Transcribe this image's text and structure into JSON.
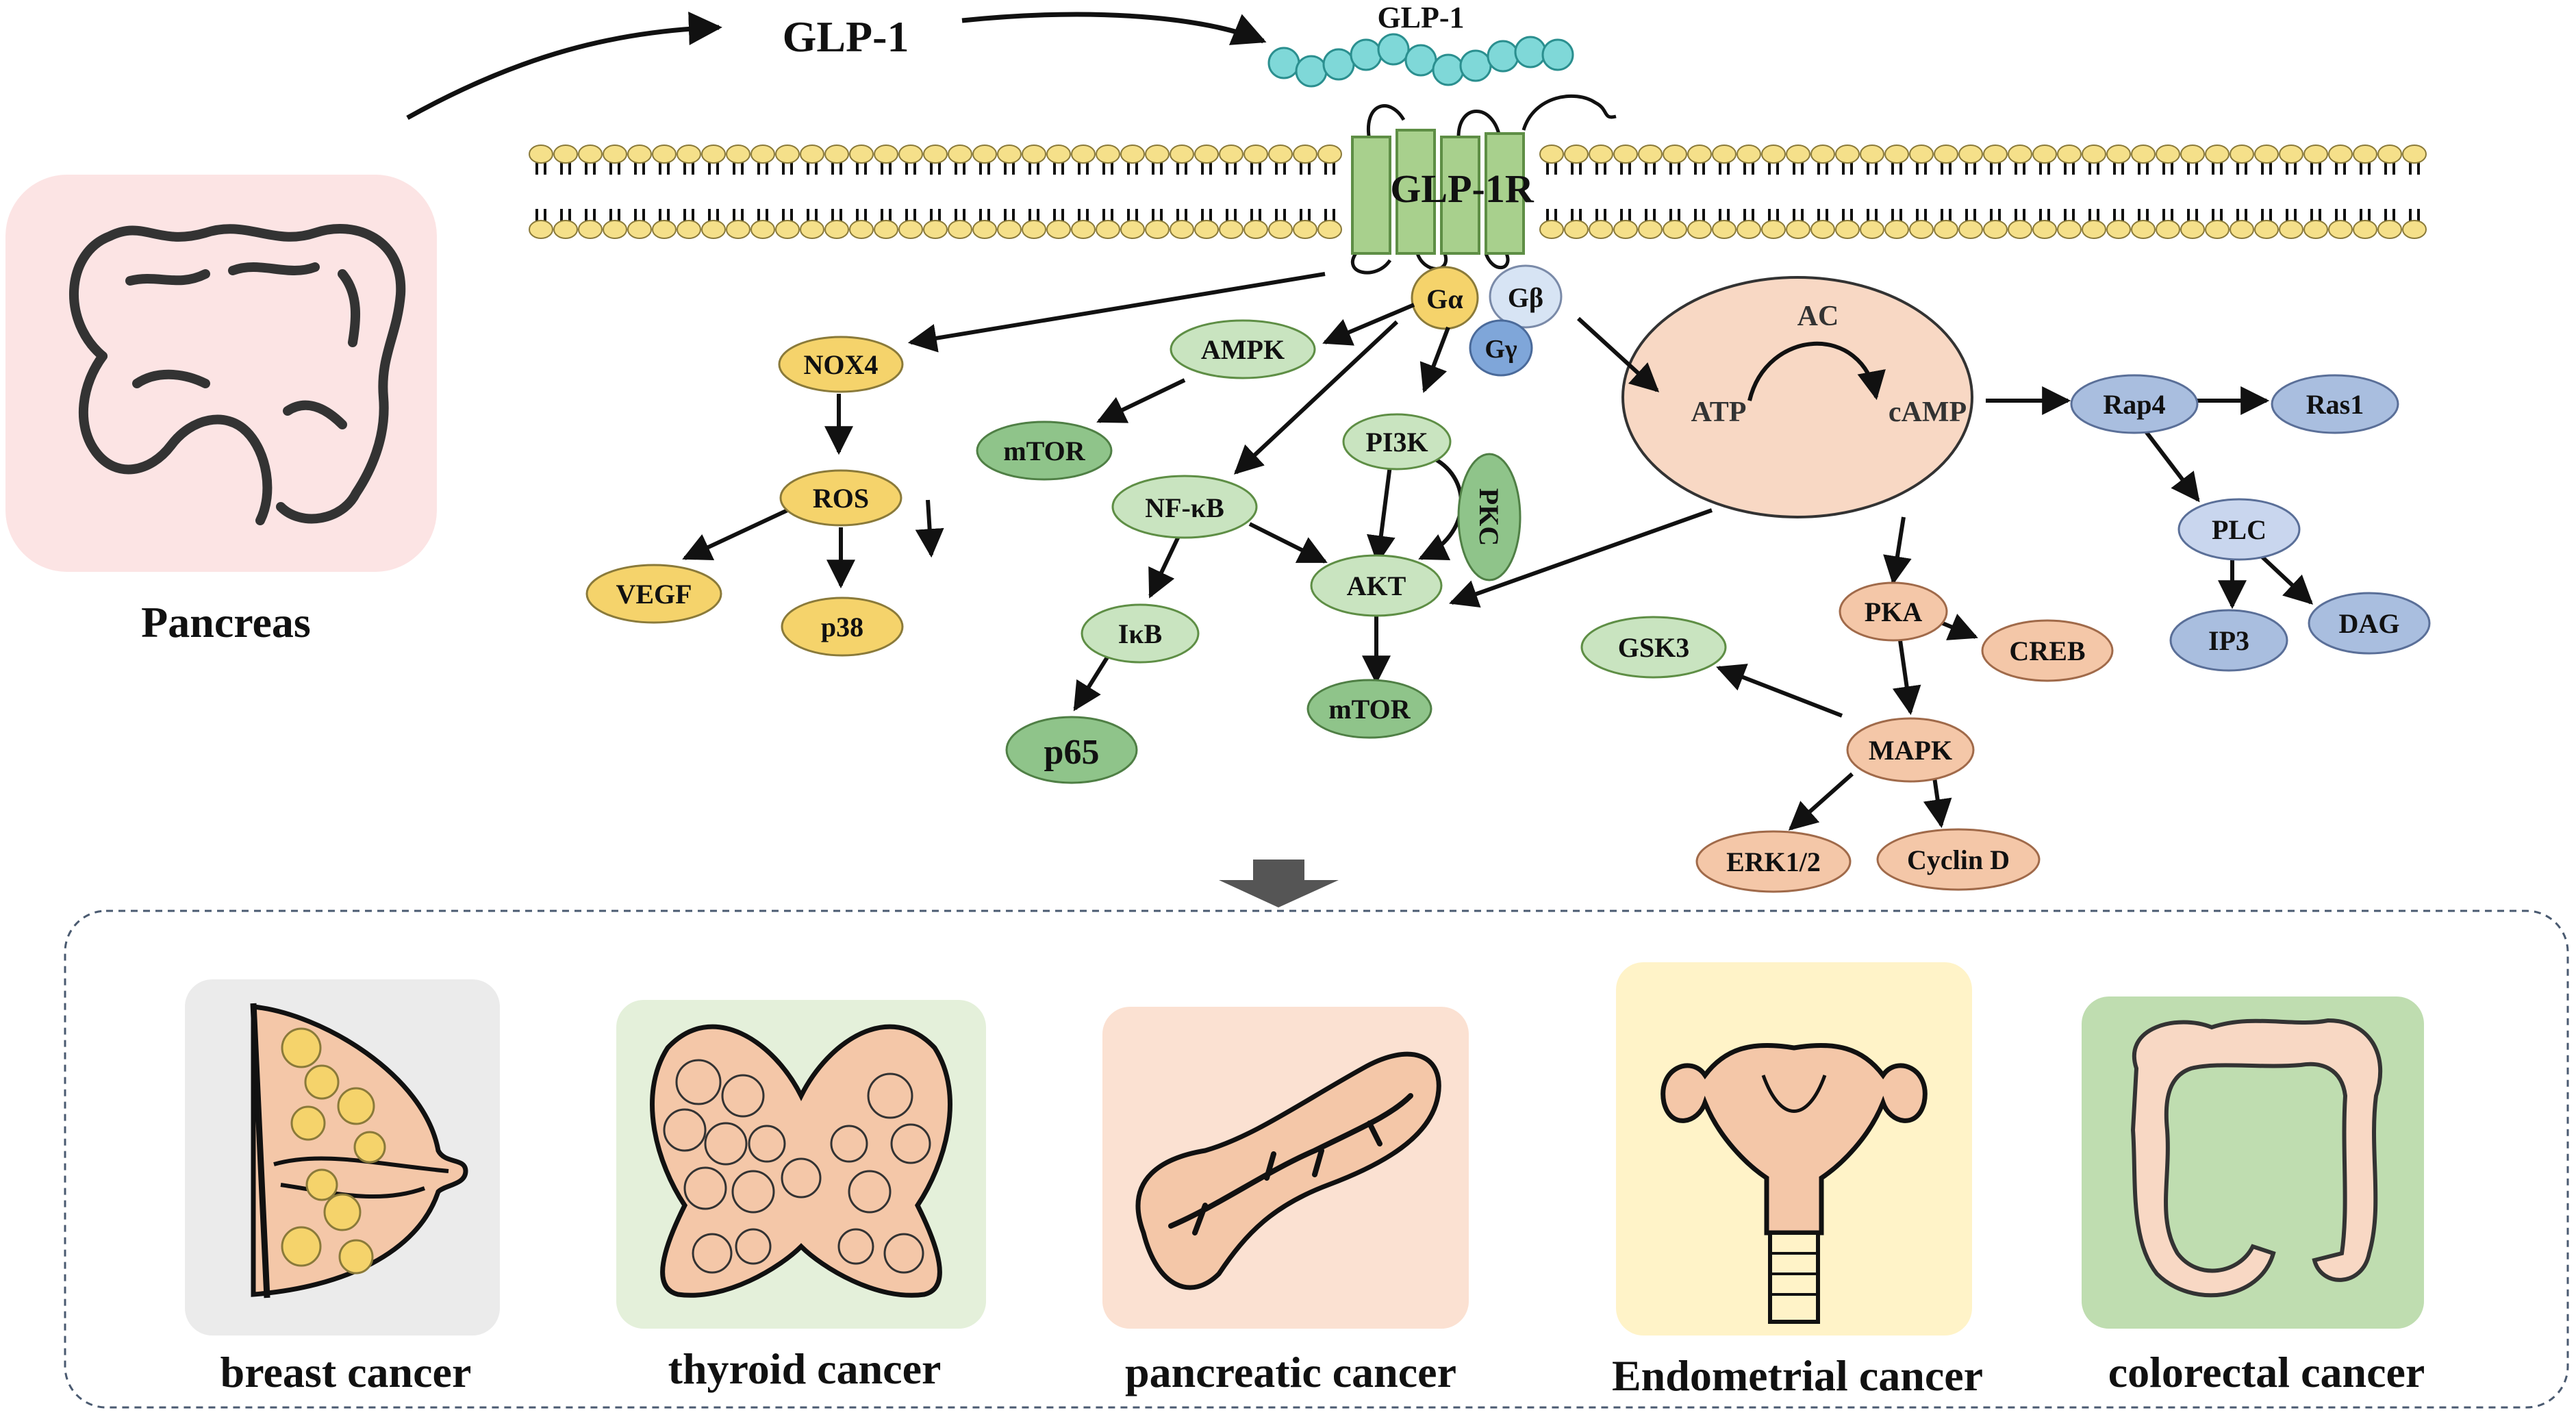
{
  "source_organ": {
    "label": "Pancreas"
  },
  "hormone": {
    "label": "GLP-1",
    "peptide_label": "GLP-1"
  },
  "receptor": {
    "label": "GLP-1R"
  },
  "g_protein": {
    "alpha": "Gα",
    "beta": "Gβ",
    "gamma": "Gγ"
  },
  "camp_box": {
    "enzyme": "AC",
    "substrate": "ATP",
    "product": "cAMP"
  },
  "nodes": {
    "nox4": "NOX4",
    "ros": "ROS",
    "vegf": "VEGF",
    "p38": "p38",
    "ampk": "AMPK",
    "mtor_1": "mTOR",
    "nfkb": "NF-κB",
    "ikb": "IκB",
    "p65": "p65",
    "pi3k": "PI3K",
    "pkc": "PKC",
    "akt": "AKT",
    "mtor_2": "mTOR",
    "pka": "PKA",
    "creb": "CREB",
    "gsk3": "GSK3",
    "mapk": "MAPK",
    "erk12": "ERK1/2",
    "cyclin_d": "Cyclin D",
    "rap4": "Rap4",
    "ras1": "Ras1",
    "plc": "PLC",
    "ip3": "IP3",
    "dag": "DAG"
  },
  "cancers": [
    {
      "label": "breast cancer"
    },
    {
      "label": "thyroid cancer"
    },
    {
      "label": "pancreatic cancer"
    },
    {
      "label": "Endometrial cancer"
    },
    {
      "label": "colorectal cancer"
    }
  ],
  "colors": {
    "yellow_node": "#F5D36B",
    "green_node": "#A9D3A0",
    "light_green_node": "#C9E4C0",
    "salmon_node": "#F4C7A8",
    "blue_node": "#A9BEDF",
    "receptor_green": "#A8D08D",
    "peptide_cyan": "#7FD8D8",
    "membrane_head": "#F5E08A",
    "camp_ellipse": "#F8D8C4",
    "pancreas_bg": "#FCE4E4",
    "breast_bg": "#EBEBEB",
    "thyroid_bg": "#E4F0DA",
    "pancreatic_bg": "#FBE1D2",
    "endometrial_bg": "#FFF3C8",
    "colorectal_bg": "#BFDDB0"
  }
}
